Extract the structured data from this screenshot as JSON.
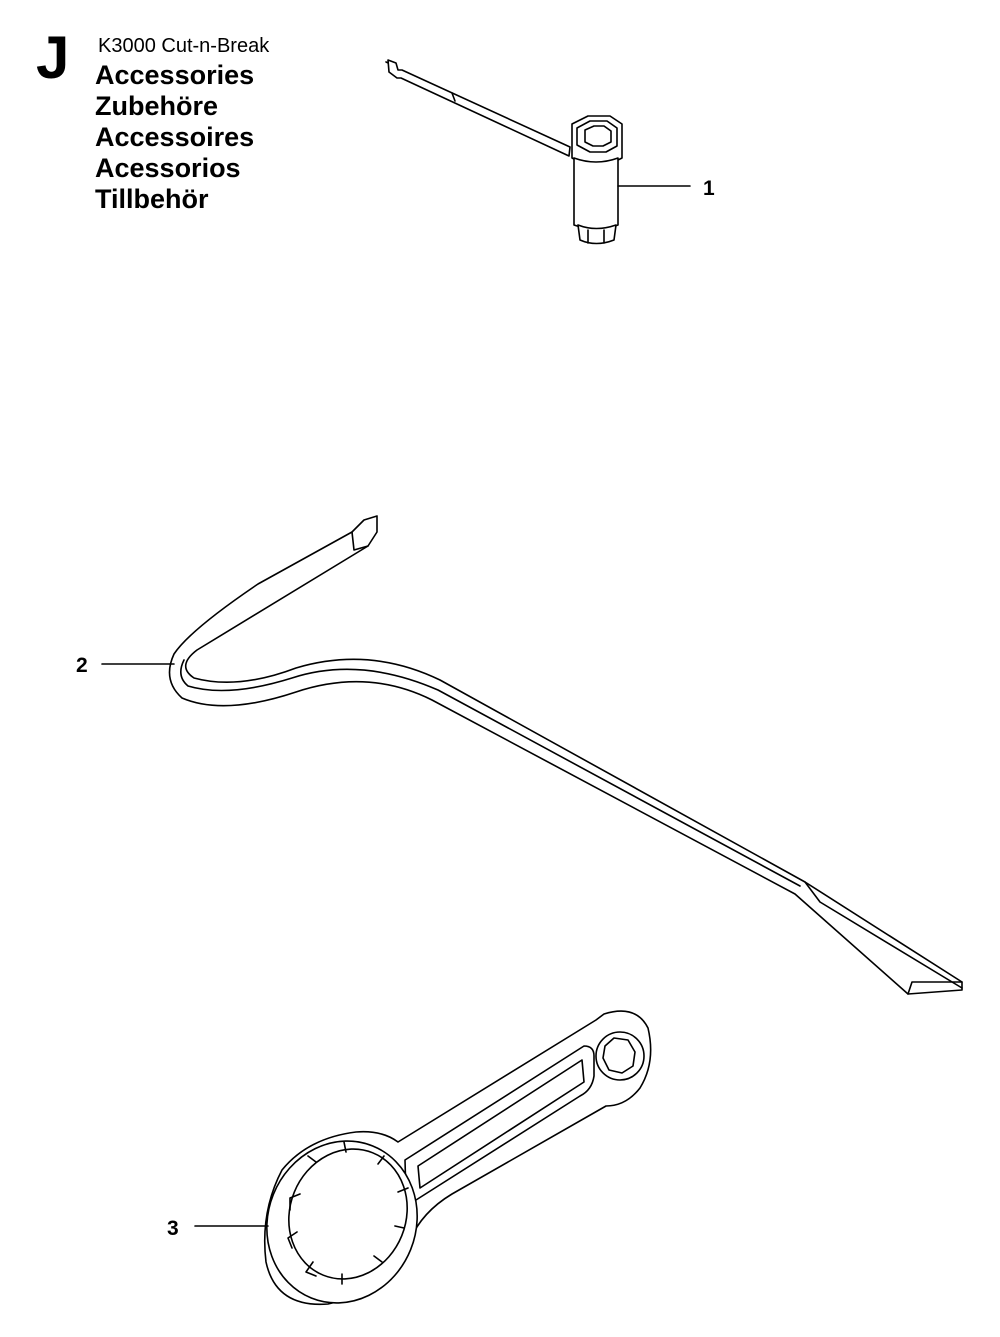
{
  "header": {
    "section_letter": "J",
    "model": "K3000 Cut-n-Break",
    "titles": [
      "Accessories",
      "Zubehöre",
      "Accessoires",
      "Acessorios",
      "Tillbehör"
    ]
  },
  "parts": [
    {
      "number": "1",
      "icon": "socket-wrench-icon"
    },
    {
      "number": "2",
      "icon": "pry-bar-icon"
    },
    {
      "number": "3",
      "icon": "combination-spanner-icon"
    }
  ]
}
